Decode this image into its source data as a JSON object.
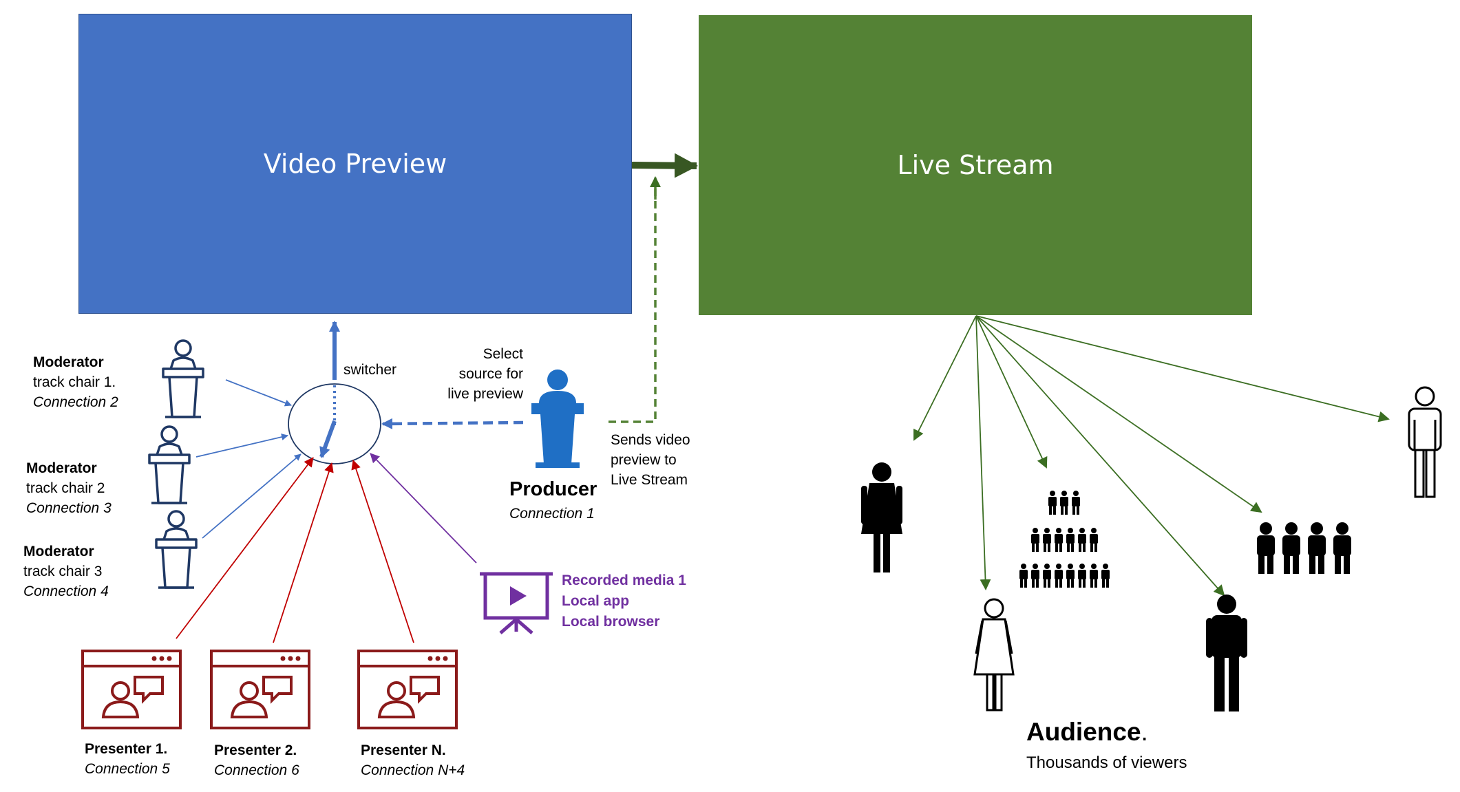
{
  "boxes": {
    "video_preview": "Video Preview",
    "live_stream": "Live Stream"
  },
  "switcher_label": "switcher",
  "moderators": [
    {
      "role": "Moderator",
      "track": "track chair 1.",
      "connection": "Connection 2"
    },
    {
      "role": "Moderator",
      "track": "track chair 2",
      "connection": "Connection 3"
    },
    {
      "role": "Moderator",
      "track": "track chair 3",
      "connection": "Connection 4"
    }
  ],
  "producer": {
    "select_lines": [
      "Select",
      "source for",
      "live preview"
    ],
    "title": "Producer",
    "connection": "Connection 1",
    "sends_lines": [
      "Sends video",
      "preview to",
      "Live Stream"
    ]
  },
  "presenters": [
    {
      "name": "Presenter 1.",
      "connection": "Connection 5"
    },
    {
      "name": "Presenter 2.",
      "connection": "Connection 6"
    },
    {
      "name": "Presenter N.",
      "connection": "Connection N+4"
    }
  ],
  "media_lines": [
    "Recorded media 1",
    "Local app",
    "Local browser"
  ],
  "audience": {
    "title": "Audience",
    "title_suffix": ".",
    "subtitle": "Thousands of viewers"
  },
  "colors": {
    "blue_box": "#4472C4",
    "green_box": "#548235",
    "dark_navy": "#1F3864",
    "producer_blue": "#1F6FC5",
    "presenter_red": "#8B1A1A",
    "arrow_red": "#C00000",
    "media_purple": "#7030A0",
    "audience_arrow": "#3B6E22"
  },
  "icons": {
    "moderator": "podium-person-outline-icon",
    "producer": "podium-person-filled-icon",
    "presenter": "presenter-window-icon",
    "media": "projector-play-icon",
    "audience": "person-silhouette-icon"
  }
}
